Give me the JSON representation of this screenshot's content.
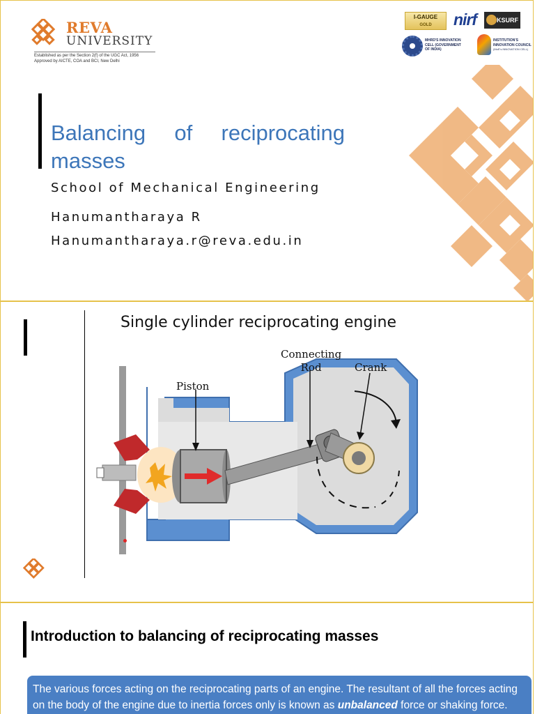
{
  "header": {
    "university_name": "REVA",
    "university_sub": "UNIVERSITY",
    "established_line": "Established as per the Section 2(f) of the UGC Act, 1956",
    "approved_line": "Approved by AICTE, COA and BCI, New Delhi",
    "accreditations": {
      "igauge": "I-GAUGE",
      "igauge_grade": "GOLD",
      "nirf": "nirf",
      "ksurf": "KSURF",
      "moe": "MHRD'S INNOVATION CELL (GOVERNMENT OF INDIA)",
      "iic": "INSTITUTION'S INNOVATION COUNCIL",
      "iic_sub": "(MoE's INNOVATION CELL)"
    }
  },
  "slide1": {
    "title": "Balancing of reciprocating masses",
    "school": "School of Mechanical Engineering",
    "author": "Hanumantharaya R",
    "email": "Hanumantharaya.r@reva.edu.in"
  },
  "slide2": {
    "diagram_title": "Single cylinder reciprocating engine",
    "labels": {
      "piston": "Piston",
      "connecting_rod_line1": "Connecting",
      "connecting_rod_line2": "Rod",
      "crank": "Crank"
    }
  },
  "slide3": {
    "heading": "Introduction to balancing of reciprocating masses",
    "body_part1": "The various forces acting on the reciprocating parts of an engine. The resultant of all the forces acting on the body of the engine due to inertia forces only is known as ",
    "body_emphasis": "unbalanced",
    "body_part2": " force or shaking force."
  },
  "colors": {
    "brand_orange": "#e07b2c",
    "title_blue": "#3d76b9",
    "box_blue": "#4a7fc4",
    "engine_blue": "#5b8fd0",
    "slide_border": "#e6c24a"
  }
}
